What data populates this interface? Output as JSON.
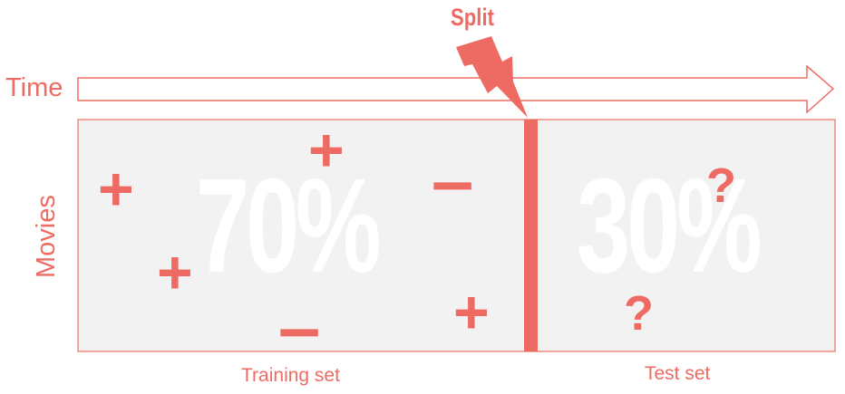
{
  "labels": {
    "split": "Split",
    "time": "Time",
    "movies": "Movies",
    "training_set": "Training set",
    "test_set": "Test set"
  },
  "training": {
    "percent": "70%",
    "marks": [
      "+",
      "+",
      "+",
      "+",
      "-",
      "-"
    ]
  },
  "test": {
    "percent": "30%",
    "marks": [
      "?",
      "?"
    ]
  },
  "colors": {
    "accent": "#ee6b63",
    "panel": "#f2f2f2",
    "panel_border": "#ef8a82",
    "text": "#ee6b63"
  }
}
